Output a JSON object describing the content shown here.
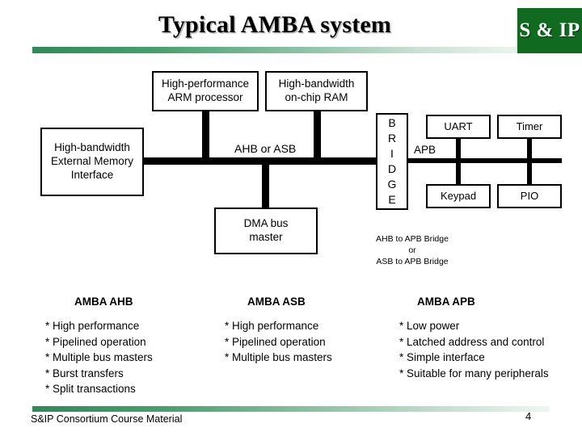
{
  "header": {
    "title": "Typical AMBA system",
    "logo_text": "S & IP",
    "logo_color": "#106b20",
    "rule_color": "#2e8b57"
  },
  "diagram": {
    "nodes": {
      "arm": "High-performance\nARM processor",
      "ram": "High-bandwidth\non-chip RAM",
      "emi": "High-bandwidth\nExternal Memory\nInterface",
      "dma": "DMA bus\nmaster",
      "uart": "UART",
      "timer": "Timer",
      "keypad": "Keypad",
      "pio": "PIO"
    },
    "bridge_letters": [
      "B",
      "R",
      "I",
      "D",
      "G",
      "E"
    ],
    "bus_labels": {
      "system_bus": "AHB or ASB",
      "peripheral_bus": "APB"
    },
    "bridge_note": "AHB to APB Bridge\nor\nASB to APB Bridge"
  },
  "columns": [
    {
      "id": "ahb",
      "title": "AMBA AHB",
      "bullets": [
        "* High performance",
        "* Pipelined operation",
        "* Multiple bus masters",
        "* Burst transfers",
        "* Split transactions"
      ]
    },
    {
      "id": "asb",
      "title": "AMBA ASB",
      "bullets": [
        "* High performance",
        "* Pipelined operation",
        "* Multiple bus masters"
      ]
    },
    {
      "id": "apb",
      "title": "AMBA APB",
      "bullets": [
        "* Low power",
        "* Latched address and control",
        "* Simple interface",
        "* Suitable for many peripherals"
      ]
    }
  ],
  "footer": {
    "text": "S&IP Consortium Course Material",
    "page_number": "4"
  }
}
